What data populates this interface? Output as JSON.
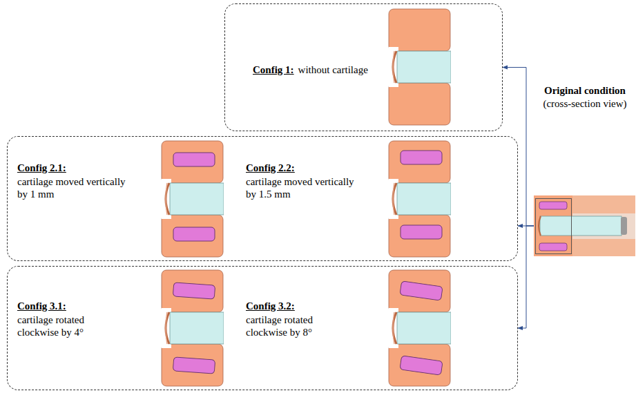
{
  "diagram": {
    "nodes": [
      {
        "text": [
          "Config 1:",
          "without cartilage"
        ]
      },
      {
        "text": [
          "Config 2.1:",
          "cartilage moved vertically by 1 mm",
          "Config 2.2:",
          "cartilage moved vertically by 1.5 mm"
        ]
      },
      {
        "text": [
          "Config 3.1:",
          "cartilage rotated clockwise by 4°",
          "Config 3.2:",
          "cartilage rotated clockwise by 8°"
        ]
      },
      {
        "text": [
          "Original condition",
          "(cross-section view)"
        ]
      }
    ],
    "edges": [
      {
        "from": 3,
        "to": 0,
        "arrow": "to"
      },
      {
        "from": 3,
        "to": 1,
        "arrow": "to"
      },
      {
        "from": 3,
        "to": 2,
        "arrow": "to"
      }
    ]
  }
}
